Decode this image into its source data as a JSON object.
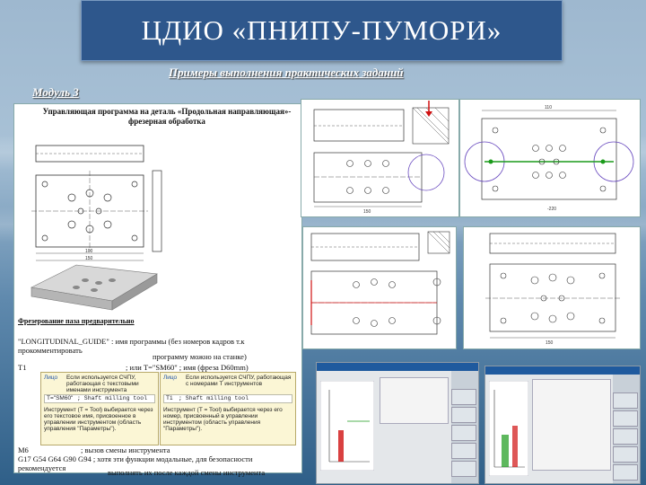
{
  "header": {
    "title": "ЦДИО «ПНИПУ-ПУМОРИ»",
    "subtitle": "Примеры выполнения практических заданий",
    "module": "Модуль 3"
  },
  "document": {
    "title": "Управляющая программа на деталь «Продольная направляющая»- фрезерная обработка",
    "photo_caption": "Фрезерование паза предварительно",
    "lines": [
      "\"LONGITUDINAL_GUIDE\" : имя программы (без номеров кадров т.к программу можно на станке)",
      "прокомментировать",
      "T1 : или T=\"SM60\" ; имя (фреза D60mm)",
      "M6 : вызов смены инструмента",
      "G17 G54 G64 G90 G94 ; хотя эти функции модальные, для безопасности рекомендуется",
      "выполнять их после каждой смены инструмента"
    ],
    "line_t1_label": "T1",
    "line_t1_text": "; или T=\"SM60\" ; имя (фреза D60mm)",
    "line_prog": "\"LONGITUDINAL_GUIDE\" : имя программы (без номеров кадров т.к",
    "line_prog2": "программу можно на станке)",
    "line_comment": "прокомментировать",
    "line_m6_label": "M6",
    "line_m6_text": "; вызов смены инструмента",
    "line_g17": "G17 G54 G64 G90 G94 ; хотя эти функции модальные, для безопасности",
    "line_recommend": "рекомендуется",
    "line_after": "выполнять их после каждой смены инструмента"
  },
  "tool_boxes": {
    "left_header_a": "Лицо",
    "left_header_b": "Если используется СЧПУ, работающая с текстовыми именами инструмента",
    "left_code": "T=\"SM60\"",
    "left_code_b": "; Shaft milling tool",
    "left_note": "Инструмент (T = Tool) выбирается через его текстовое имя, присвоенное в управлении инструментом (область управления \"Параметры\").",
    "right_header_a": "Лицо",
    "right_header_b": "Если используется СЧПУ, работающая с номерами Т инструментов",
    "right_code": "T1",
    "right_code_b": "; Shaft milling tool",
    "right_note": "Инструмент (T = Tool) выбирается через его номер, присвоенный в управлении инструментом (область управления \"Параметры\")."
  },
  "drawings": {
    "dim_150": "150",
    "dim_220": "-220",
    "dim_110": "110",
    "dim_100": "100"
  },
  "colors": {
    "title_bg": "#2e578c",
    "accent_red": "#d01010",
    "accent_green": "#1a9a1a"
  }
}
